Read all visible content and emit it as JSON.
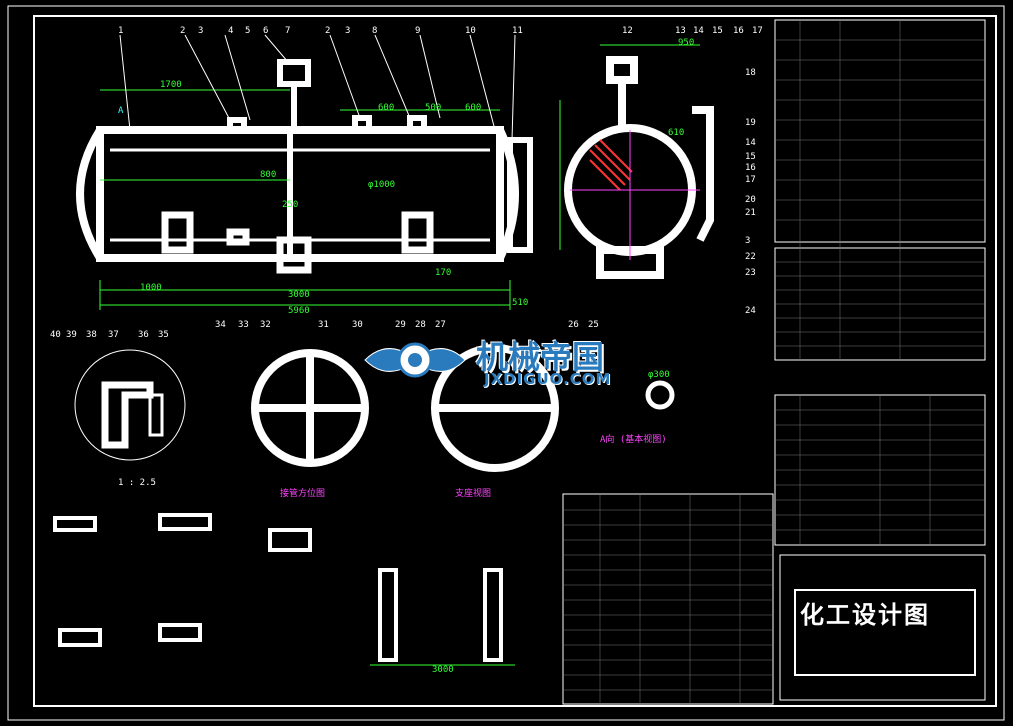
{
  "watermark": {
    "brand_cn": "机械帝国",
    "brand_en": "JXDIGUO.COM"
  },
  "drawing": {
    "part_numbers_top": [
      "1",
      "2",
      "3",
      "4",
      "5",
      "6",
      "7",
      "2",
      "3",
      "8",
      "9",
      "10",
      "11",
      "12",
      "13",
      "14",
      "15",
      "16",
      "17"
    ],
    "part_numbers_bottom": [
      "34",
      "33",
      "32",
      "31",
      "30",
      "29",
      "28",
      "27",
      "26",
      "25"
    ],
    "part_numbers_right": [
      "18",
      "19",
      "14",
      "15",
      "16",
      "17",
      "20",
      "21",
      "3",
      "22",
      "23",
      "24"
    ],
    "part_numbers_detail": [
      "40",
      "39",
      "38",
      "37",
      "36",
      "35"
    ],
    "dims": {
      "d1700": "1700",
      "d800": "800",
      "d600a": "600",
      "d500": "500",
      "d600b": "600",
      "d1000": "1000",
      "d3000": "3000",
      "d5960": "5960",
      "d510": "510",
      "d950": "950",
      "d170": "170",
      "d610": "610",
      "d250": "250",
      "d1000v": "φ1000",
      "d300": "φ300",
      "d3000b": "3000",
      "scale": "1 : 2.5",
      "dA": "A"
    },
    "view_titles": [
      "A向 (基本视图)",
      "接管方位图",
      "支座视图"
    ],
    "title_block": "化工设计图"
  }
}
